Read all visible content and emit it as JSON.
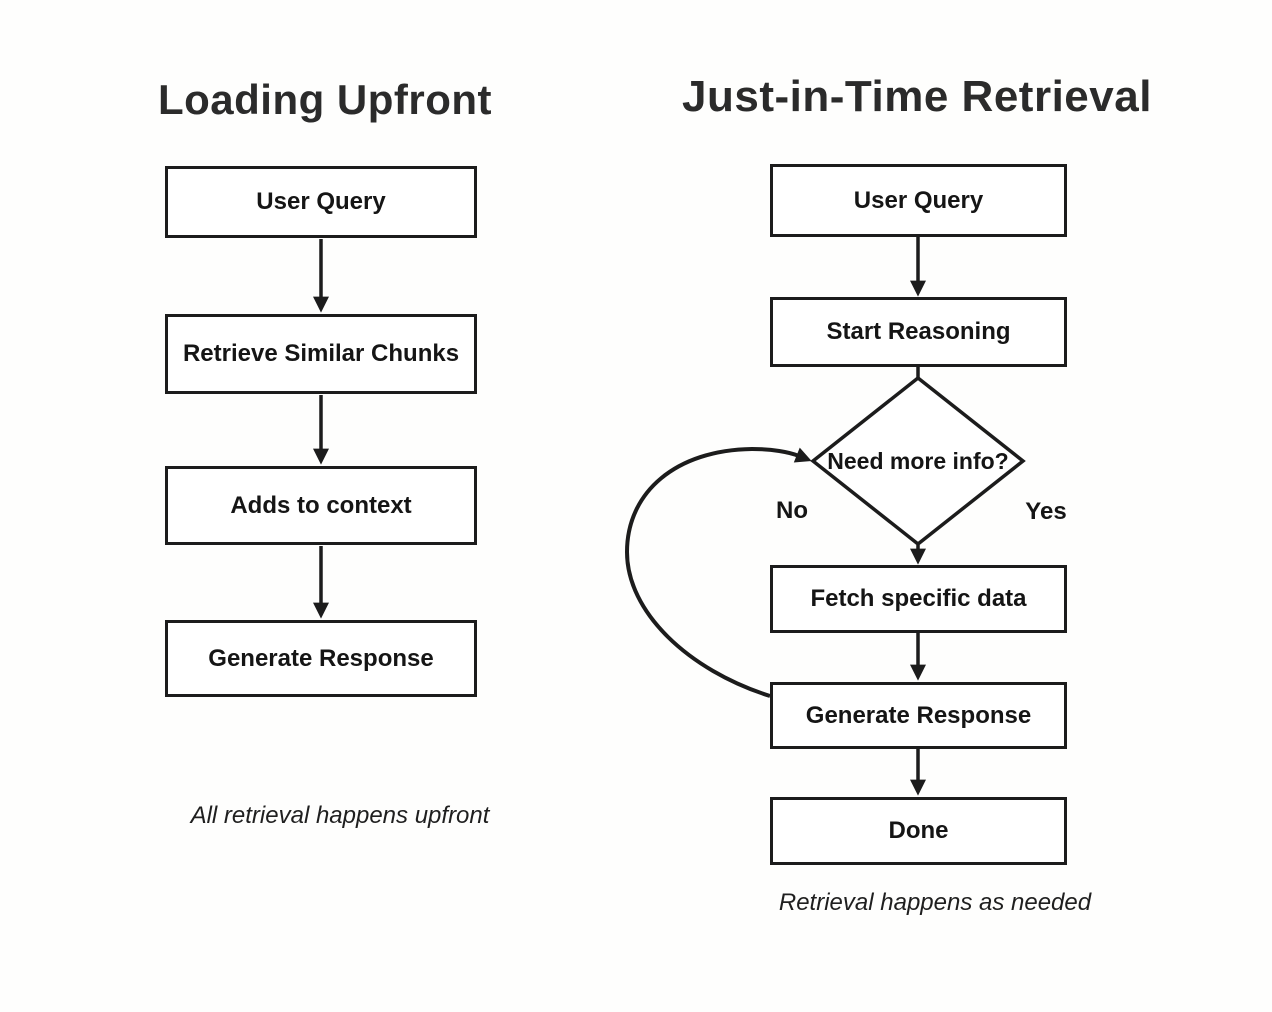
{
  "diagram": {
    "kind": "flowchart-comparison",
    "colors": {
      "background": "#fefefd",
      "stroke": "#1c1c1c",
      "node_fill": "#ffffff",
      "text": "#151515",
      "title_text": "#2b2b2b"
    },
    "left": {
      "title": "Loading Upfront",
      "nodes": [
        {
          "label": "User Query"
        },
        {
          "label": "Retrieve Similar Chunks"
        },
        {
          "label": "Adds to context"
        },
        {
          "label": "Generate Response"
        }
      ],
      "caption": "All retrieval happens upfront"
    },
    "right": {
      "title": "Just-in-Time Retrieval",
      "nodes": {
        "user_query": "User Query",
        "start_reasoning": "Start Reasoning",
        "decision": "Need more info?",
        "fetch": "Fetch specific data",
        "generate": "Generate Response",
        "done": "Done"
      },
      "branch_labels": {
        "no": "No",
        "yes": "Yes"
      },
      "caption": "Retrieval happens as needed"
    }
  }
}
